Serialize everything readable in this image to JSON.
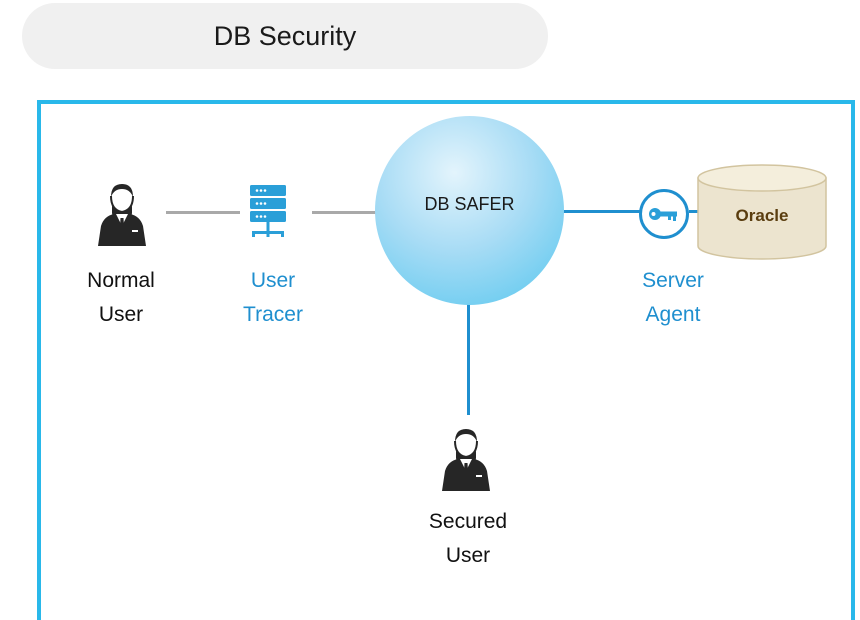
{
  "title": "DB Security",
  "nodes": {
    "center": "DB SAFER",
    "normal_user": {
      "line1": "Normal",
      "line2": "User"
    },
    "user_tracer": {
      "line1": "User",
      "line2": "Tracer"
    },
    "server_agent": {
      "line1": "Server",
      "line2": "Agent"
    },
    "secured_user": {
      "line1": "Secured",
      "line2": "User"
    },
    "database": "Oracle"
  },
  "colors": {
    "frame": "#29b8ea",
    "accent_blue": "#1f8fcf",
    "connector_gray": "#a9a9a9",
    "title_bg": "#f0f0f0",
    "database_fill": "#ece4cf",
    "database_text": "#5a3d0f"
  },
  "icons": [
    "user-icon",
    "server-icon",
    "key-icon",
    "database-icon"
  ]
}
